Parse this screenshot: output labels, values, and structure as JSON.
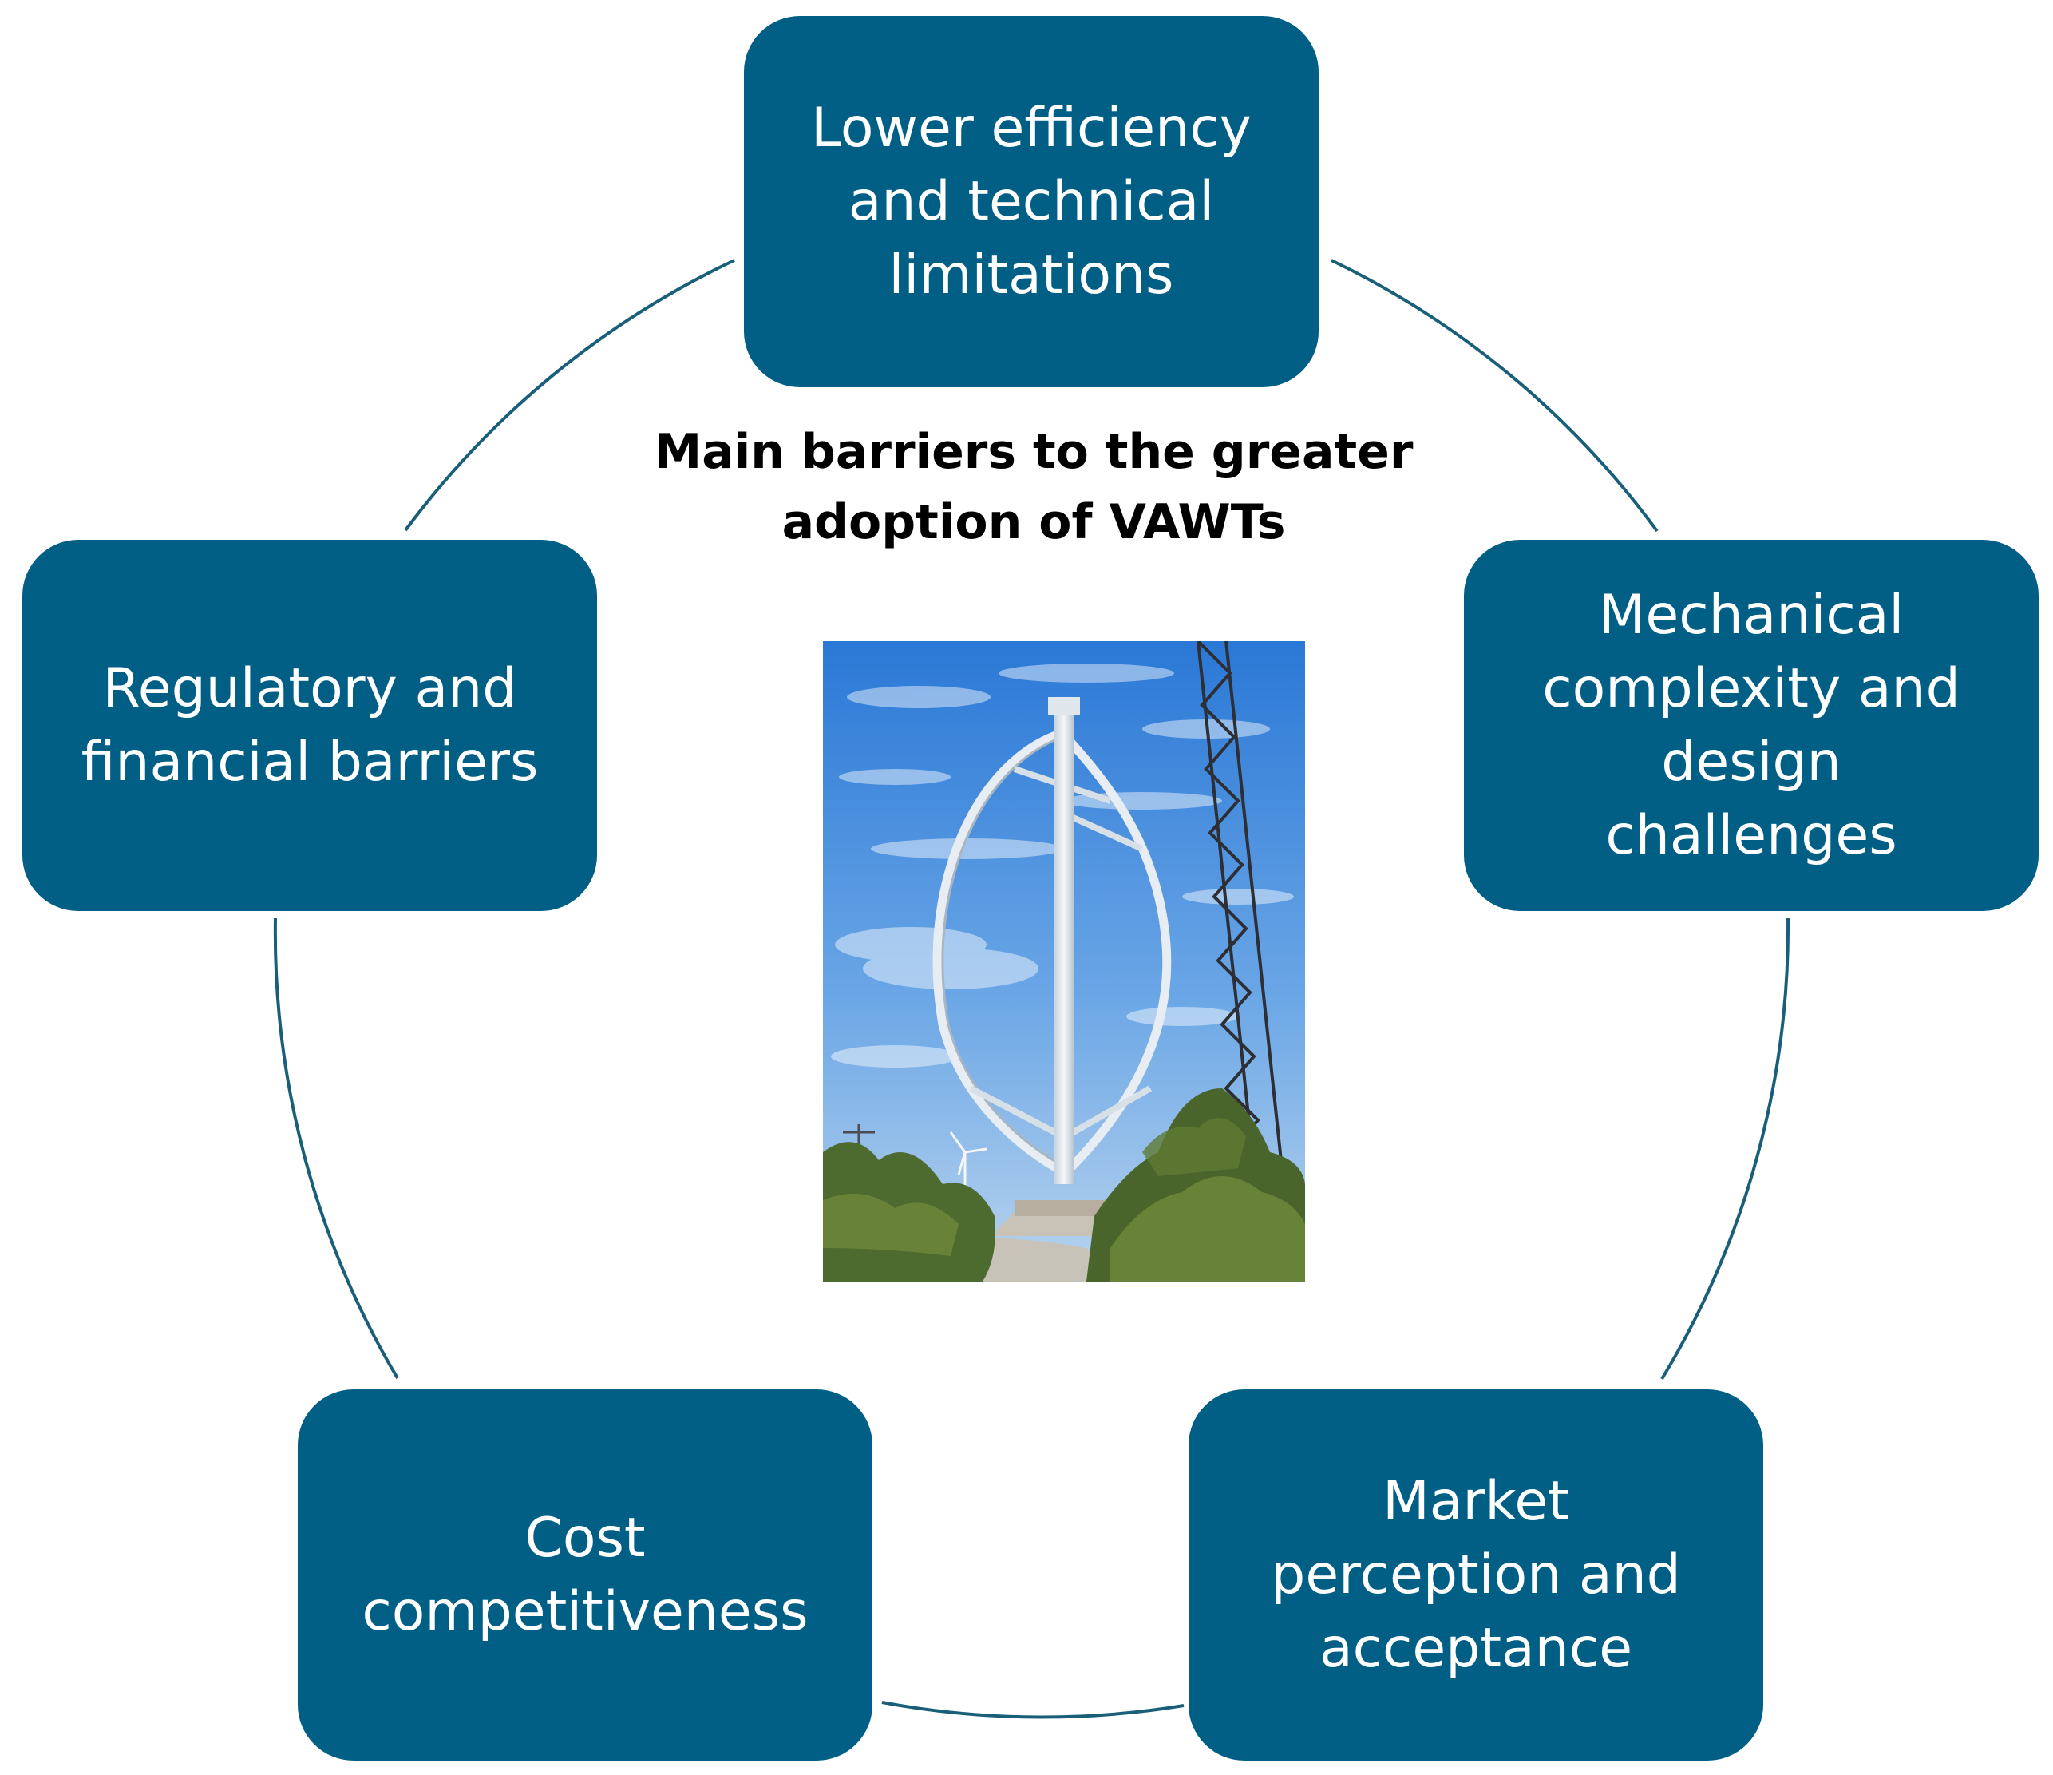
{
  "diagram": {
    "title_lines": [
      "Main barriers to the greater",
      "adoption of VAWTs"
    ],
    "nodes": {
      "top": {
        "lines": [
          "Lower efficiency",
          "and technical",
          "limitations"
        ]
      },
      "right": {
        "lines": [
          "Mechanical",
          "complexity and",
          "design",
          "challenges"
        ]
      },
      "bottom_right": {
        "lines": [
          "Market",
          "perception and",
          "acceptance"
        ]
      },
      "bottom_left": {
        "lines": [
          "Cost",
          "competitiveness"
        ]
      },
      "left": {
        "lines": [
          "Regulatory and",
          "financial barriers"
        ]
      }
    },
    "colors": {
      "node_fill": "#015f86",
      "node_text": "#ffffff",
      "ring": "#1a5f7a",
      "title_text": "#000000"
    },
    "photo": {
      "subject": "darrieus-vertical-axis-wind-turbine"
    }
  }
}
